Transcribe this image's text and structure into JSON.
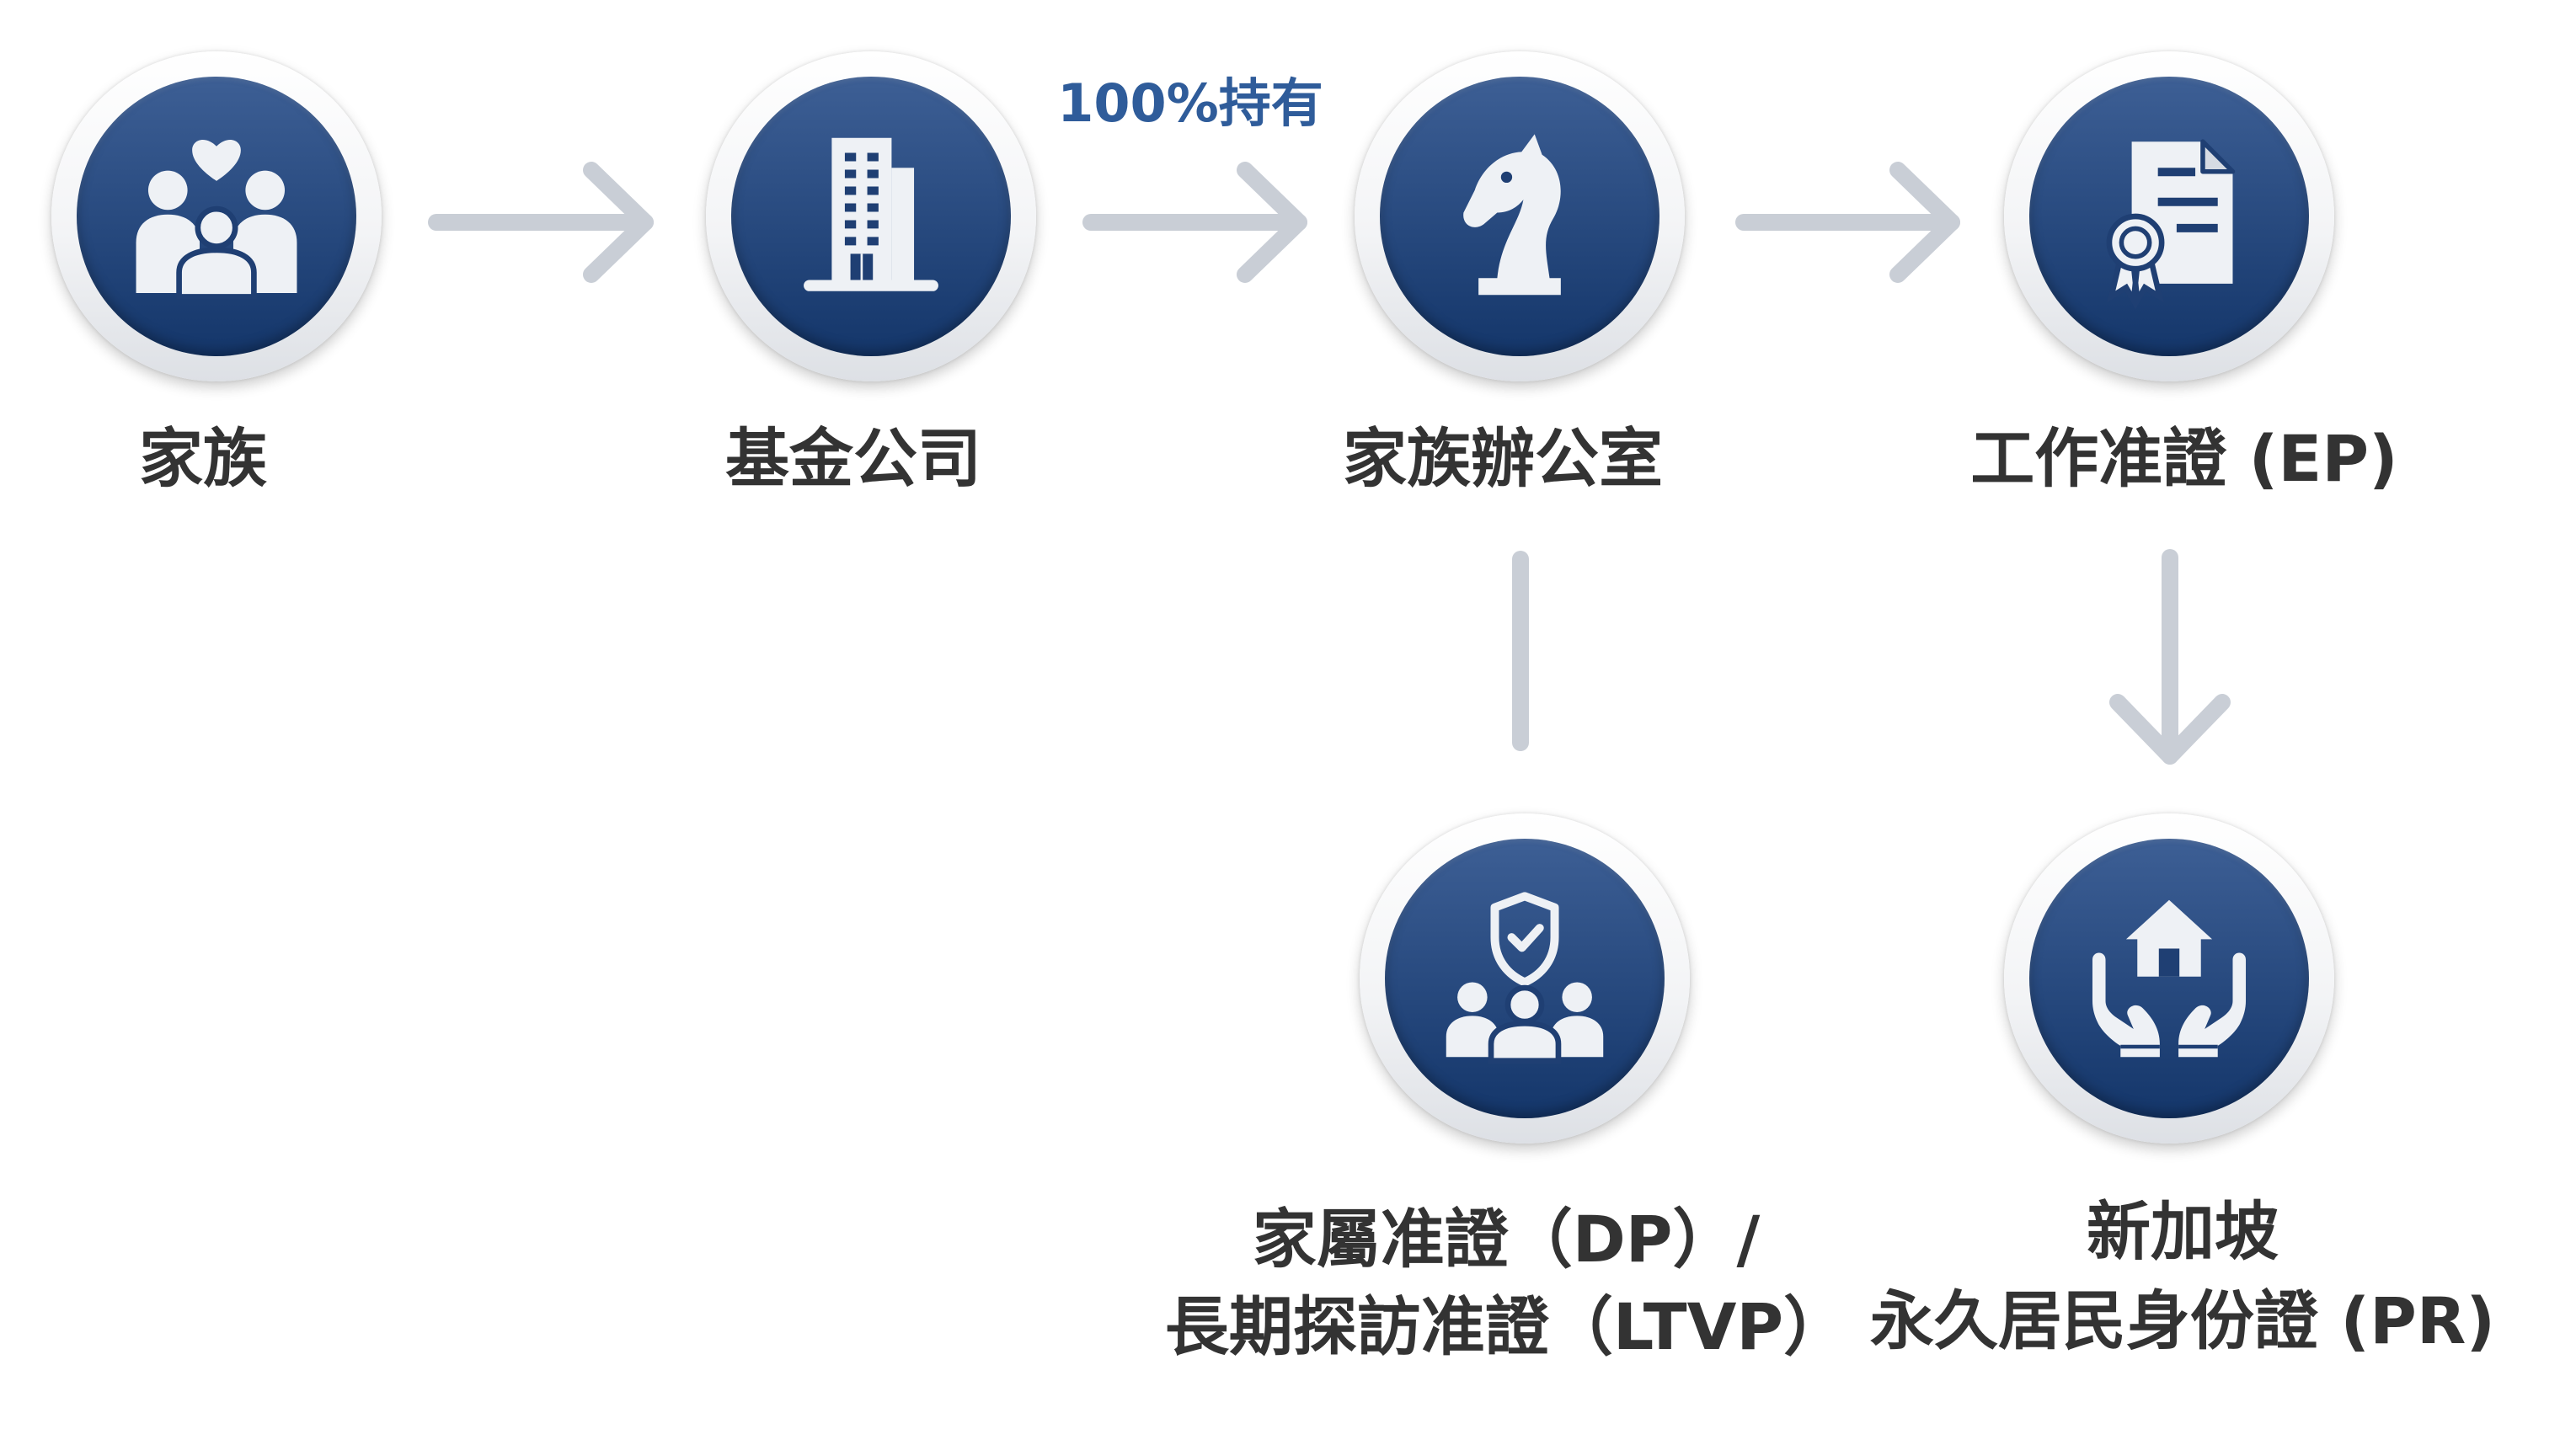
{
  "diagram": {
    "nodes": [
      {
        "label": "家族",
        "icon": "family-icon"
      },
      {
        "label": "基金公司",
        "icon": "office-building-icon"
      },
      {
        "label": "家族辦公室",
        "icon": "chess-knight-icon"
      },
      {
        "label": "工作准證 (EP)",
        "icon": "certificate-icon"
      },
      {
        "label_lines": [
          "家屬准證（DP）/",
          "長期探訪准證（LTVP）"
        ],
        "icon": "shield-family-icon"
      },
      {
        "label_lines": [
          "新加坡",
          "永久居民身份證 (PR)"
        ],
        "icon": "hands-house-icon"
      }
    ],
    "edges": [
      {
        "from": 0,
        "to": 1,
        "arrowhead": true
      },
      {
        "from": 1,
        "to": 2,
        "arrowhead": true,
        "label": "100%持有"
      },
      {
        "from": 2,
        "to": 3,
        "arrowhead": true
      },
      {
        "from": 2,
        "to": 4,
        "arrowhead": false
      },
      {
        "from": 3,
        "to": 5,
        "arrowhead": true
      }
    ]
  },
  "colors": {
    "node_fill_top": "#3d5f95",
    "node_fill_bottom": "#14366a",
    "connector": "#c9ced6",
    "edge_label": "#2f5c9a",
    "node_label": "#333333"
  }
}
